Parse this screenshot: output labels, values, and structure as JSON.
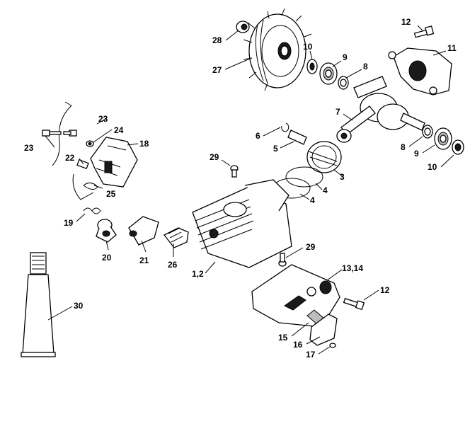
{
  "callouts": {
    "p1_2": "1,2",
    "p3": "3",
    "p4a": "4",
    "p4b": "4",
    "p5": "5",
    "p6": "6",
    "p7": "7",
    "p8a": "8",
    "p8b": "8",
    "p9a": "9",
    "p9b": "9",
    "p10a": "10",
    "p10b": "10",
    "p11": "11",
    "p12a": "12",
    "p12b": "12",
    "p13_14": "13,14",
    "p15": "15",
    "p16": "16",
    "p17": "17",
    "p18": "18",
    "p19": "19",
    "p20": "20",
    "p21": "21",
    "p22": "22",
    "p23a": "23",
    "p23b": "23",
    "p24": "24",
    "p25": "25",
    "p26": "26",
    "p27": "27",
    "p28": "28",
    "p29a": "29",
    "p29b": "29",
    "p30": "30"
  }
}
